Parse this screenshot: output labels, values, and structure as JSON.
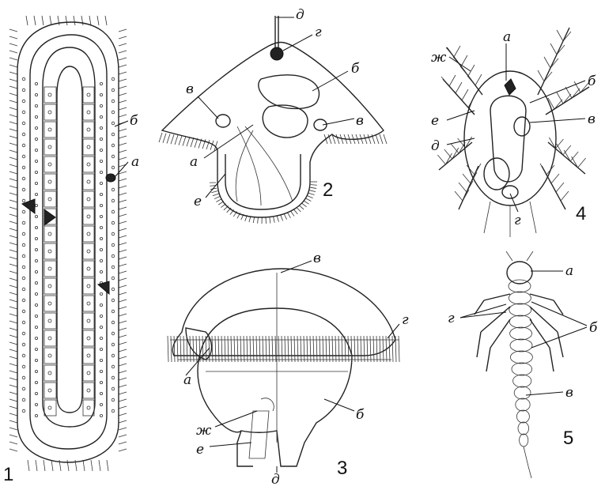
{
  "figures": [
    {
      "number": "1",
      "labels": [
        "б",
        "а"
      ]
    },
    {
      "number": "2",
      "labels": [
        "д",
        "г",
        "б",
        "в",
        "в",
        "а",
        "е"
      ]
    },
    {
      "number": "3",
      "labels": [
        "в",
        "г",
        "а",
        "ж",
        "е",
        "б",
        "д"
      ]
    },
    {
      "number": "4",
      "labels": [
        "а",
        "ж",
        "б",
        "е",
        "в",
        "д",
        "г"
      ]
    },
    {
      "number": "5",
      "labels": [
        "а",
        "г",
        "б",
        "в"
      ]
    }
  ]
}
